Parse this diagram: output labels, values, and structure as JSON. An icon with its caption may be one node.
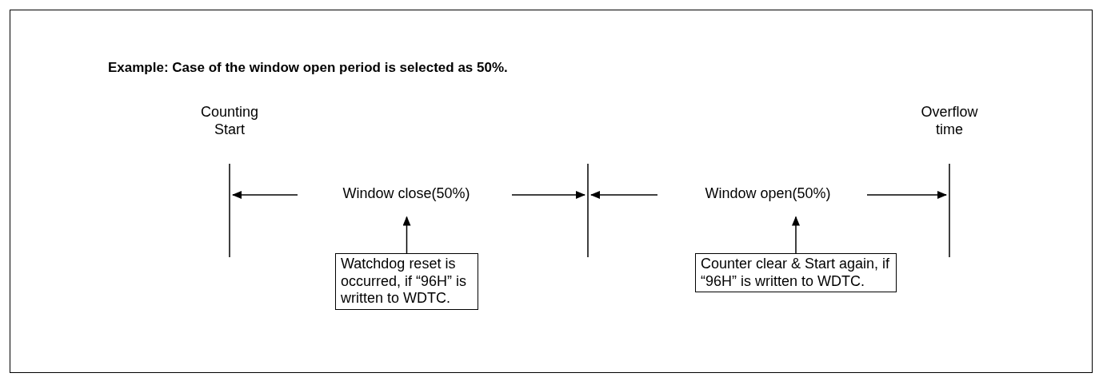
{
  "diagram": {
    "title": "Example: Case of the window open period is selected as 50%.",
    "nodes": [
      {
        "text": [
          "Window close(50%)"
        ]
      },
      {
        "text": [
          "Window open(50%)"
        ]
      },
      {
        "text": [
          "Watchdog reset is occurred, if “96H” is written to WDTC."
        ]
      },
      {
        "text": [
          "Counter clear & Start again, if “96H” is written to WDTC."
        ]
      }
    ],
    "edges": [
      {
        "from": 2,
        "to": 0,
        "arrow": "to"
      },
      {
        "from": 3,
        "to": 1,
        "arrow": "to"
      }
    ],
    "labels": [
      "Counting Start",
      "Overflow time"
    ]
  }
}
